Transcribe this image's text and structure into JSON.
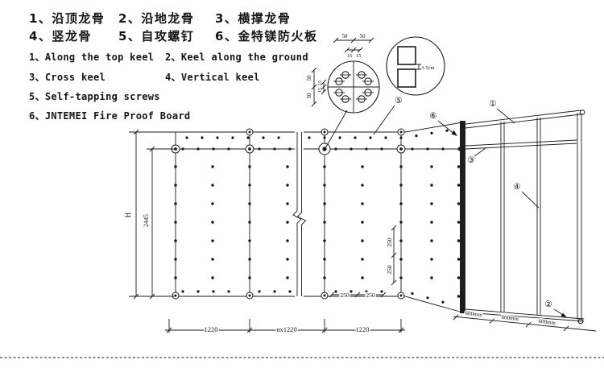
{
  "legend": {
    "cn": [
      "1、沿顶龙骨",
      "2、沿地龙骨",
      "3、横撑龙骨",
      "4、竖龙骨",
      "5、自攻螺钉",
      "6、金特镁防火板"
    ],
    "en": [
      "1、Along the top keel",
      "2、Keel along the ground",
      "3、Cross keel",
      "4、Vertical keel",
      "5、Self-tapping screws",
      "6、JNTEMEI Fire Proof Board"
    ]
  },
  "drawing": {
    "callouts": {
      "top_keel": "①",
      "ground_keel": "②",
      "cross_keel": "③",
      "vertical_keel": "④",
      "screws": "⑤",
      "board": "⑥"
    },
    "detail_screws": {
      "top_outer": [
        "50",
        "50"
      ],
      "top_inner": [
        "15",
        "15"
      ],
      "left_outer": [
        "50",
        "50"
      ],
      "left_inner": [
        "15",
        "15"
      ]
    },
    "detail_joint": {
      "gap": "3-5cm"
    },
    "front_view": {
      "height_label": "H",
      "height_value": "2445",
      "bottom_widths": [
        "1220",
        "nx1220",
        "1220"
      ],
      "screw_spacing_vertical": [
        "250",
        "250"
      ],
      "screw_spacing_horizontal": [
        "250",
        "250"
      ]
    },
    "side_view": {
      "stud_spacing": [
        "600mm",
        "600mm",
        "600mm"
      ]
    }
  }
}
